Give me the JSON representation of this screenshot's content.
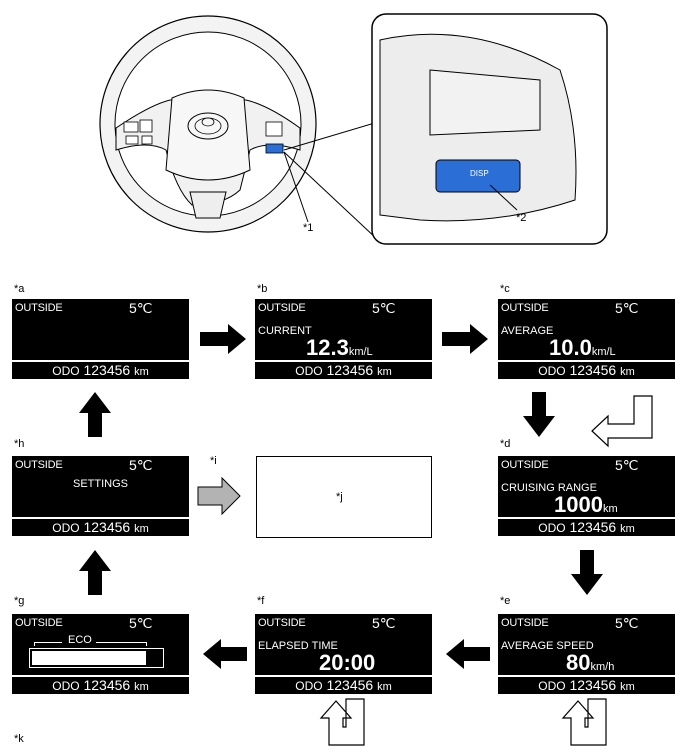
{
  "callouts": {
    "c1": "*1",
    "c2": "*2"
  },
  "detail": {
    "button_label": "DISP"
  },
  "labels": {
    "a": "*a",
    "b": "*b",
    "c": "*c",
    "d": "*d",
    "e": "*e",
    "f": "*f",
    "g": "*g",
    "h": "*h",
    "i": "*i",
    "j": "*j",
    "k": "*k"
  },
  "screens": {
    "common": {
      "outside": "OUTSIDE",
      "temp": "5℃",
      "odo_prefix": "ODO",
      "odo_value": "123456",
      "odo_unit": "km"
    },
    "b": {
      "mode": "CURRENT",
      "value": "12.3",
      "unit": "km/L"
    },
    "c": {
      "mode": "AVERAGE",
      "value": "10.0",
      "unit": "km/L"
    },
    "d": {
      "mode": "CRUISING RANGE",
      "value": "1000",
      "unit": "km"
    },
    "e": {
      "mode": "AVERAGE SPEED",
      "value": "80",
      "unit": "km/h"
    },
    "f": {
      "mode": "ELAPSED TIME",
      "value": "20:00"
    },
    "g": {
      "eco_label": "ECO"
    },
    "h": {
      "mode": "SETTINGS"
    }
  },
  "colors": {
    "button": "#2b6fd6",
    "arrow_gray": "#b3b3b3"
  }
}
